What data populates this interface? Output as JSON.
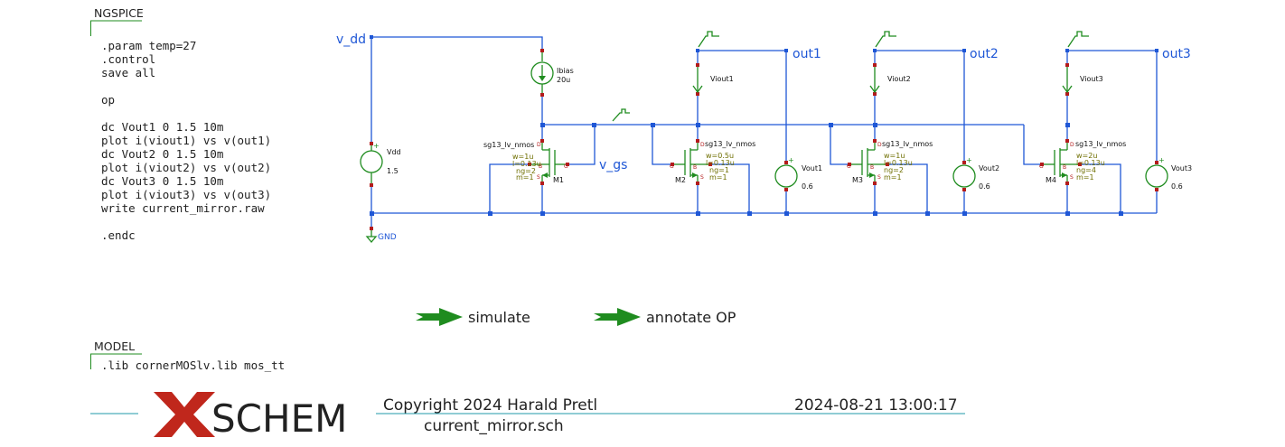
{
  "ngspice_block": {
    "header": "NGSPICE",
    "lines": [
      ".param temp=27",
      ".control",
      "save all",
      "",
      "op",
      "",
      "dc Vout1 0 1.5 10m",
      "plot i(viout1) vs v(out1)",
      "dc Vout2 0 1.5 10m",
      "plot i(viout2) vs v(out2)",
      "dc Vout3 0 1.5 10m",
      "plot i(viout3) vs v(out3)",
      "write current_mirror.raw",
      "",
      ".endc"
    ]
  },
  "model_block": {
    "header": "MODEL",
    "line": ".lib cornerMOSlv.lib mos_tt"
  },
  "nets": {
    "vdd": "v_dd",
    "vgs": "v_gs",
    "gnd": "GND",
    "out1": "out1",
    "out2": "out2",
    "out3": "out3"
  },
  "sources": {
    "vdd": {
      "name": "Vdd",
      "value": "1.5"
    },
    "ibias": {
      "name": "Ibias",
      "value": "20u"
    },
    "vout1": {
      "name": "Vout1",
      "value": "0.6"
    },
    "vout2": {
      "name": "Vout2",
      "value": "0.6"
    },
    "vout3": {
      "name": "Vout3",
      "value": "0.6"
    },
    "viout1": {
      "name": "Viout1"
    },
    "viout2": {
      "name": "Viout2"
    },
    "viout3": {
      "name": "Viout3"
    }
  },
  "transistors": [
    {
      "name": "M1",
      "model": "sg13_lv_nmos",
      "w": "w=1u",
      "l": "l=0.13u",
      "ng": "ng=2",
      "m": "m=1"
    },
    {
      "name": "M2",
      "model": "sg13_lv_nmos",
      "w": "w=0.5u",
      "l": "l=0.13u",
      "ng": "ng=1",
      "m": "m=1"
    },
    {
      "name": "M3",
      "model": "sg13_lv_nmos",
      "w": "w=1u",
      "l": "l=0.13u",
      "ng": "ng=2",
      "m": "m=1"
    },
    {
      "name": "M4",
      "model": "sg13_lv_nmos",
      "w": "w=2u",
      "l": "l=0.13u",
      "ng": "ng=4",
      "m": "m=1"
    }
  ],
  "pin_labels": {
    "d": "D",
    "g": "G",
    "b": "B",
    "s": "S"
  },
  "launchers": {
    "simulate": "simulate",
    "annotate": "annotate OP"
  },
  "title_block": {
    "logo_text": "SCHEM",
    "copyright": "Copyright 2024 Harald Pretl",
    "filename": "current_mirror.sch",
    "datetime": "2024-08-21  13:00:17"
  },
  "colors": {
    "wire": "#1f57d6",
    "pin": "#b31b1b",
    "device": "#1f8c1f",
    "logo_x": "#c0271c",
    "title_line": "#1f9aa8"
  }
}
